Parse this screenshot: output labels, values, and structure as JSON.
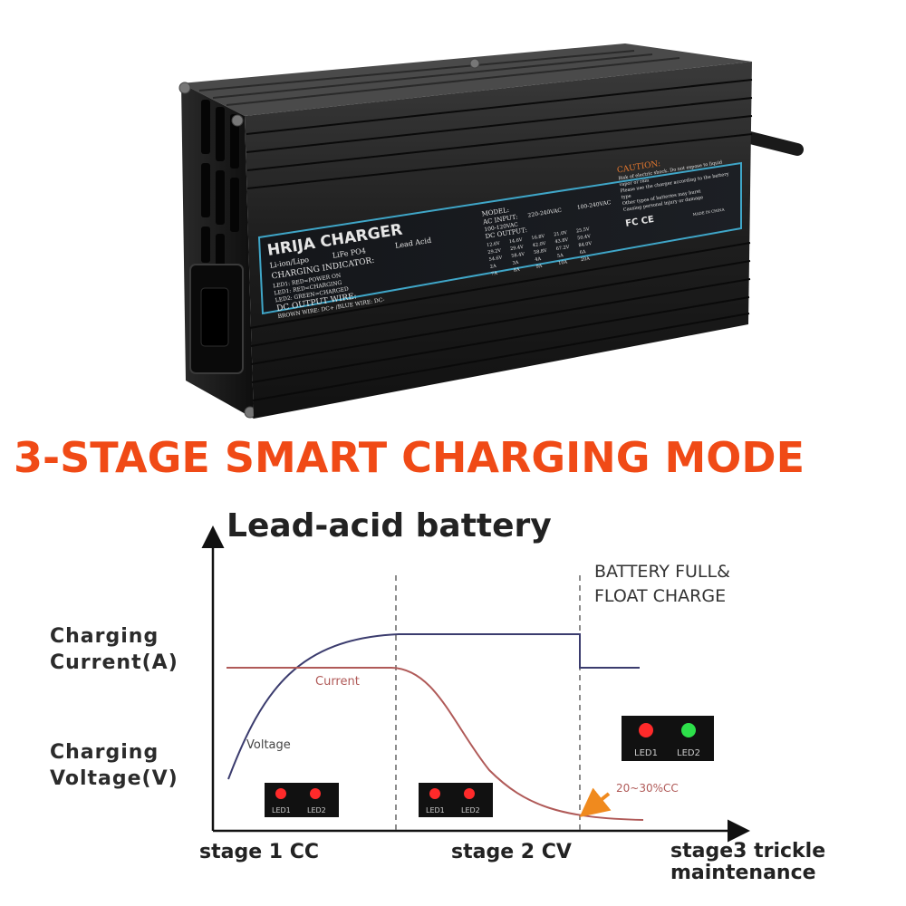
{
  "photo": {
    "brand": "HRIJA CHARGER",
    "battery_types": [
      "Li-ion/Lipo",
      "LiFe PO4",
      "Lead Acid"
    ],
    "indicator_title": "CHARGING INDICATOR:",
    "led_lines": [
      "LED1: RED=POWER ON",
      "LED1: RED=CHARGING",
      "LED2: GREEN=CHARGED"
    ],
    "output_title": "DC OUTPUT WIRE:",
    "output_line": "BROWN WIRE: DC+ /BLUE WIRE: DC-",
    "model_label": "MODEL:",
    "ac_input": "AC INPUT:",
    "ac_options": [
      "220-240VAC",
      "100-240VAC",
      "100-120VAC"
    ],
    "dc_output": "DC OUTPUT:",
    "voltages": [
      "12.6V",
      "14.6V",
      "16.8V",
      "21.0V",
      "25.5V",
      "29.2V",
      "29.4V",
      "42.0V",
      "43.8V",
      "50.4V",
      "54.6V",
      "58.4V",
      "58.8V",
      "67.2V",
      "84.0V"
    ],
    "currents": [
      "2A",
      "3A",
      "4A",
      "5A",
      "6A",
      "7A",
      "8A",
      "9A",
      "10A",
      "20A"
    ],
    "caution_title": "CAUTION:",
    "caution_lines": [
      "Risk of electric shock. Do not expose to liquid",
      "vapor or rain",
      "Please use the charger according to the battery",
      "type",
      "Other types of batteries may burst",
      "Causing personal injury or damage"
    ],
    "cert": "FC CE",
    "made_in": "MADE IN CHINA"
  },
  "headline": "3-STAGE SMART CHARGING MODE",
  "diagram": {
    "title": "Lead-acid battery",
    "y_label_current": [
      "Charging",
      "Current(A)"
    ],
    "y_label_voltage": [
      "Charging",
      "Voltage(V)"
    ],
    "curve_voltage": "Voltage",
    "curve_current": "Current",
    "full_label": [
      "BATTERY FULL&",
      "FLOAT CHARGE"
    ],
    "cc_note": "20~30%CC",
    "led1": "LED1",
    "led2": "LED2",
    "stage1": "stage 1 CC",
    "stage2": "stage 2 CV",
    "stage3": [
      "stage3 trickle",
      "maintenance"
    ],
    "colors": {
      "headline": "#f04a16",
      "voltage_curve": "#3b3c6e",
      "current_curve": "#b05a58",
      "led_red": "#ff2a2a",
      "led_green": "#2de04a",
      "arrow": "#f08a1e"
    }
  }
}
